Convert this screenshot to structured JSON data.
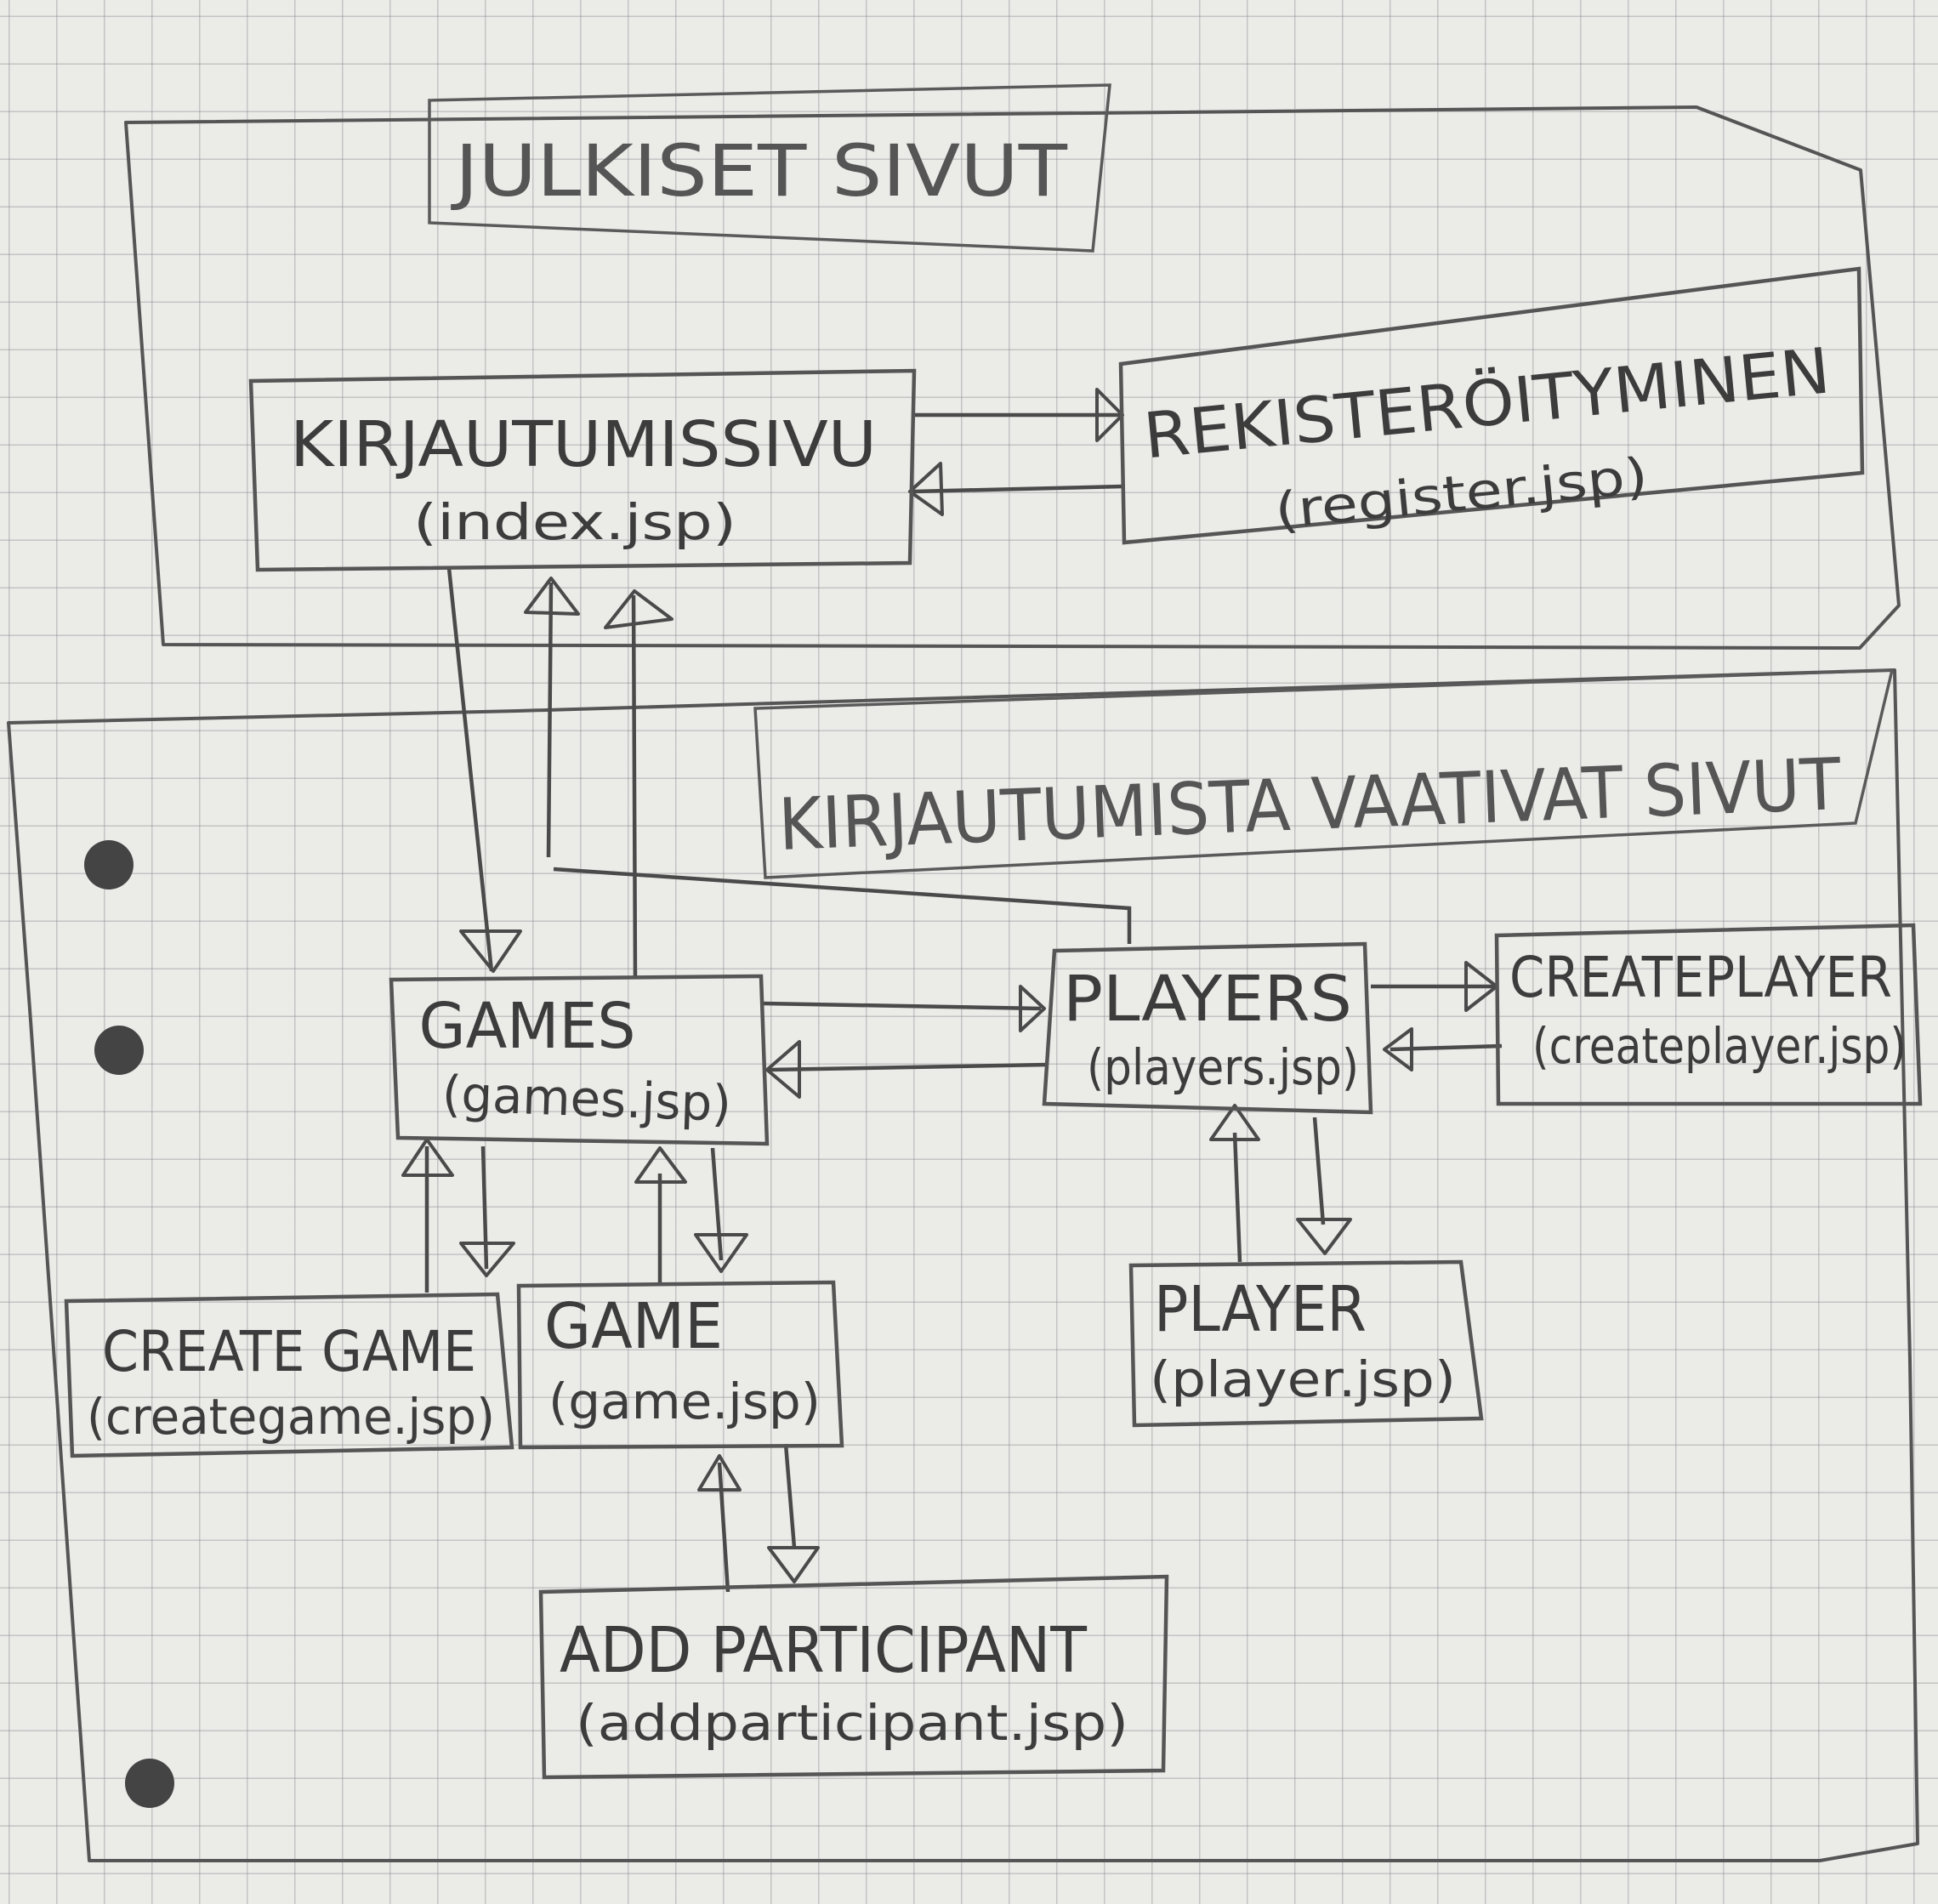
{
  "sections": {
    "public": "JULKISET SIVUT",
    "protected": "KIRJAUTUMISTA VAATIVAT SIVUT"
  },
  "pages": {
    "login": {
      "title": "KIRJAUTUMISSIVU",
      "file": "(index.jsp)"
    },
    "register": {
      "title": "REKISTERÖITYMINEN",
      "file": "(register.jsp)"
    },
    "games": {
      "title": "GAMES",
      "file": "(games.jsp)"
    },
    "players": {
      "title": "PLAYERS",
      "file": "(players.jsp)"
    },
    "createplayer": {
      "title": "CREATEPLAYER",
      "file": "(createplayer.jsp)"
    },
    "creategame": {
      "title": "CREATE GAME",
      "file": "(creategame.jsp)"
    },
    "game": {
      "title": "GAME",
      "file": "(game.jsp)"
    },
    "player": {
      "title": "PLAYER",
      "file": "(player.jsp)"
    },
    "addparticipant": {
      "title": "ADD PARTICIPANT",
      "file": "(addparticipant.jsp)"
    }
  }
}
